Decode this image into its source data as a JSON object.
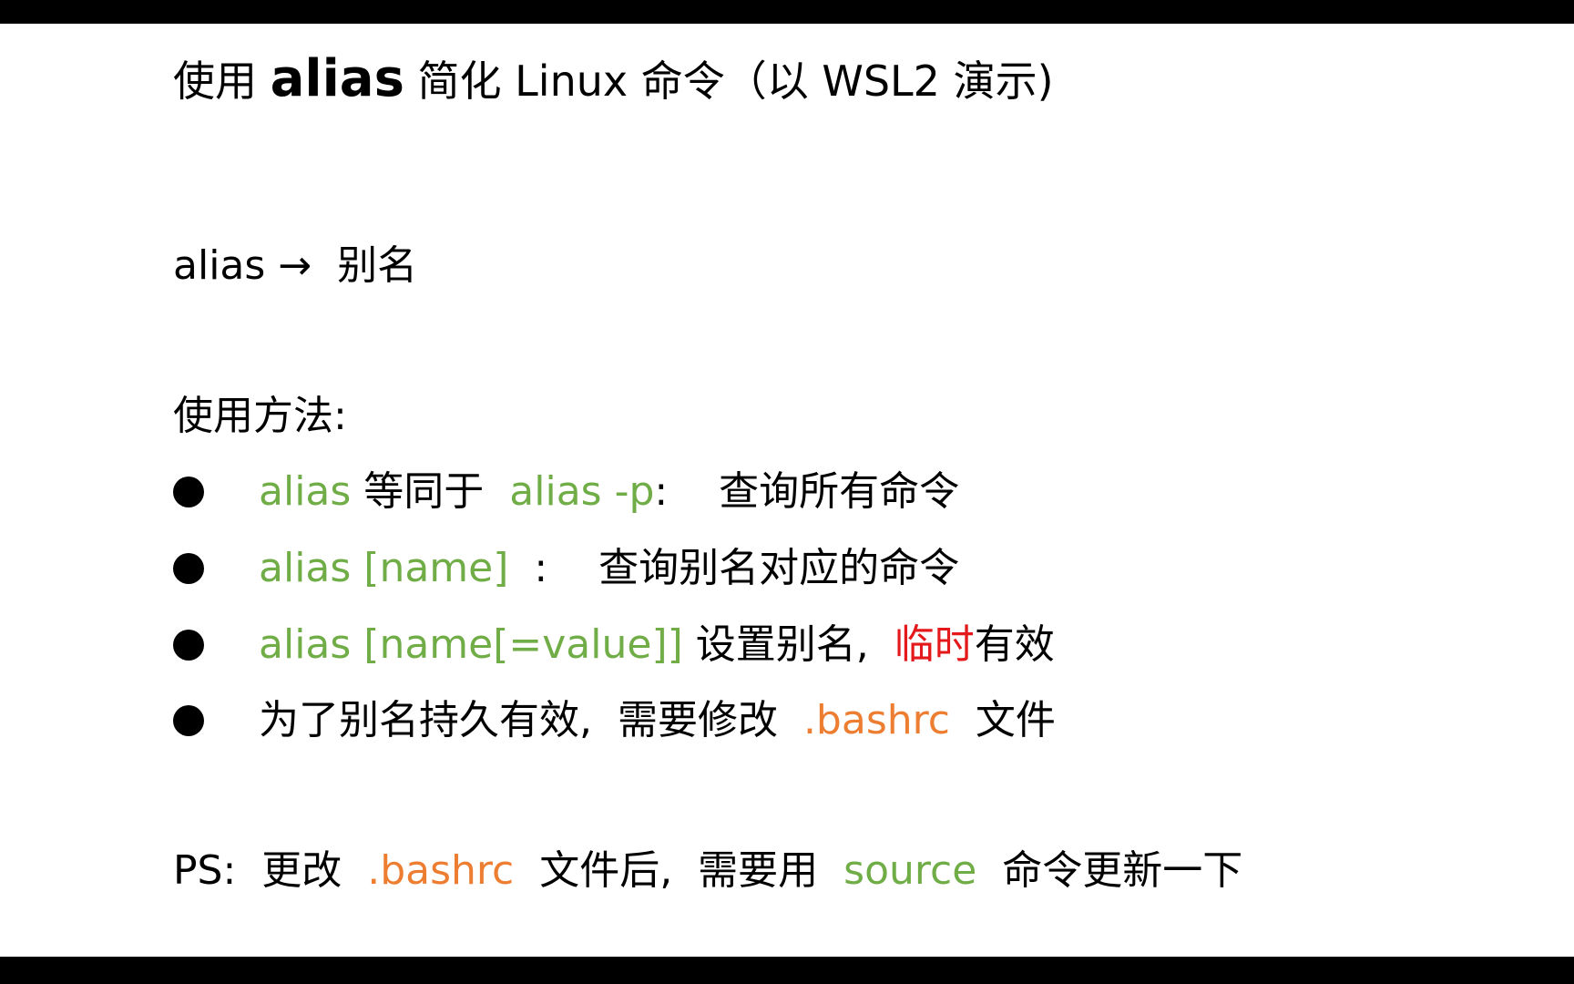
{
  "title": {
    "prefix": "使用 ",
    "keyword": "alias",
    "suffix": " 简化 Linux 命令（以 WSL2 演示)"
  },
  "definition": {
    "term": "alias",
    "arrow": " → ",
    "meaning": " 别名"
  },
  "usage_heading": "使用方法:",
  "bullets": [
    {
      "parts": [
        {
          "t": "alias",
          "c": "green"
        },
        {
          "t": " 等同于  ",
          "c": "black"
        },
        {
          "t": "alias -p",
          "c": "green"
        },
        {
          "t": ":    查询所有命令",
          "c": "black"
        }
      ]
    },
    {
      "parts": [
        {
          "t": "alias [name]",
          "c": "green"
        },
        {
          "t": "  :    查询别名对应的命令",
          "c": "black"
        }
      ]
    },
    {
      "parts": [
        {
          "t": "alias [name[=value]]",
          "c": "green"
        },
        {
          "t": " 设置别名,  ",
          "c": "black"
        },
        {
          "t": "临时",
          "c": "red"
        },
        {
          "t": "有效",
          "c": "black"
        }
      ]
    },
    {
      "parts": [
        {
          "t": "为了别名持久有效,  需要修改  ",
          "c": "black"
        },
        {
          "t": ".bashrc",
          "c": "orange"
        },
        {
          "t": "  文件",
          "c": "black"
        }
      ]
    }
  ],
  "ps": {
    "p1": "PS:  更改  ",
    "p2": ".bashrc",
    "p3": "  文件后,  需要用  ",
    "p4": "source",
    "p5": "  命令更新一下"
  },
  "colors": {
    "green": "#70ad47",
    "orange": "#ed7d31",
    "red": "#e3191b"
  }
}
